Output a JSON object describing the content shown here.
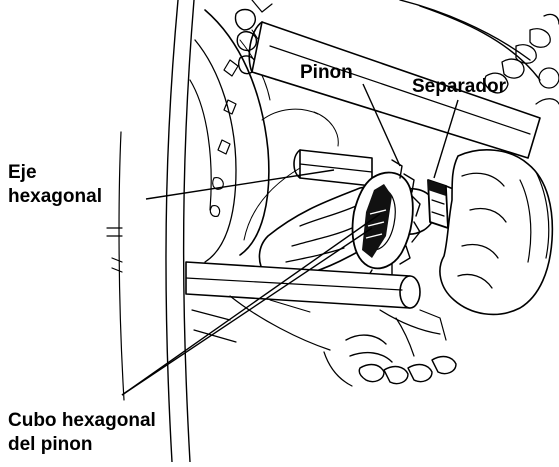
{
  "labels": {
    "pinon": "Pinon",
    "separador": "Separador",
    "eje_line1": "Eje",
    "eje_line2": "hexagonal",
    "cubo_line1": "Cubo hexagonal",
    "cubo_line2": "del pinon"
  }
}
